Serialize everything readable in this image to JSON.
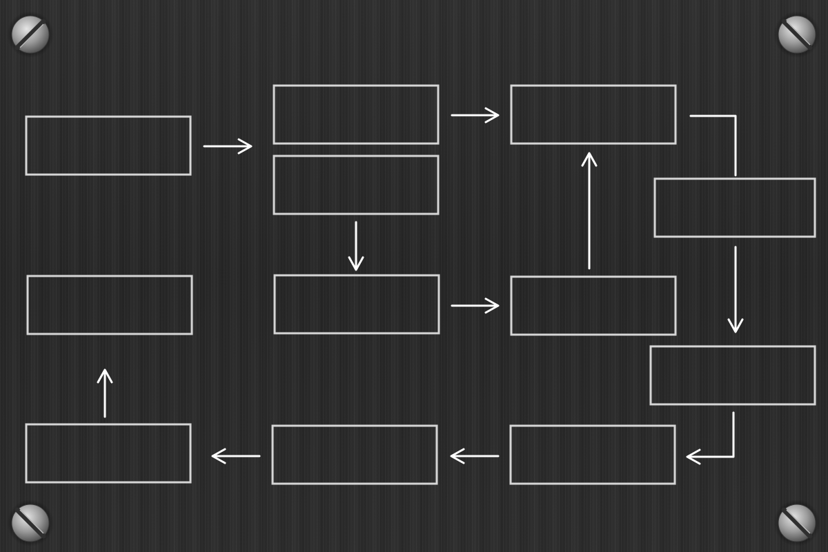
{
  "diagram": {
    "box_border_color": "#d6d6d6",
    "arrow_color": "#ffffff",
    "boxes": [
      {
        "id": "box-1",
        "label": ""
      },
      {
        "id": "box-2",
        "label": ""
      },
      {
        "id": "box-3",
        "label": ""
      },
      {
        "id": "box-4",
        "label": ""
      },
      {
        "id": "box-5",
        "label": ""
      },
      {
        "id": "box-6",
        "label": ""
      },
      {
        "id": "box-7",
        "label": ""
      },
      {
        "id": "box-8",
        "label": ""
      },
      {
        "id": "box-9",
        "label": ""
      },
      {
        "id": "box-10",
        "label": ""
      },
      {
        "id": "box-11",
        "label": ""
      },
      {
        "id": "box-12",
        "label": ""
      }
    ],
    "connections": [
      {
        "from": "box-1",
        "to": "box-2"
      },
      {
        "from": "box-2",
        "to": "box-4"
      },
      {
        "from": "box-3",
        "to": "box-5"
      },
      {
        "from": "box-5",
        "to": "box-6"
      },
      {
        "from": "box-6",
        "to": "box-4"
      },
      {
        "from": "box-4",
        "to": "box-7"
      },
      {
        "from": "box-7",
        "to": "box-8"
      },
      {
        "from": "box-8",
        "to": "box-9"
      },
      {
        "from": "box-9",
        "to": "box-10"
      },
      {
        "from": "box-10",
        "to": "box-11"
      },
      {
        "from": "box-11",
        "to": "box-12"
      }
    ],
    "screws": [
      "screw-top-left",
      "screw-top-right",
      "screw-bottom-left",
      "screw-bottom-right"
    ]
  }
}
